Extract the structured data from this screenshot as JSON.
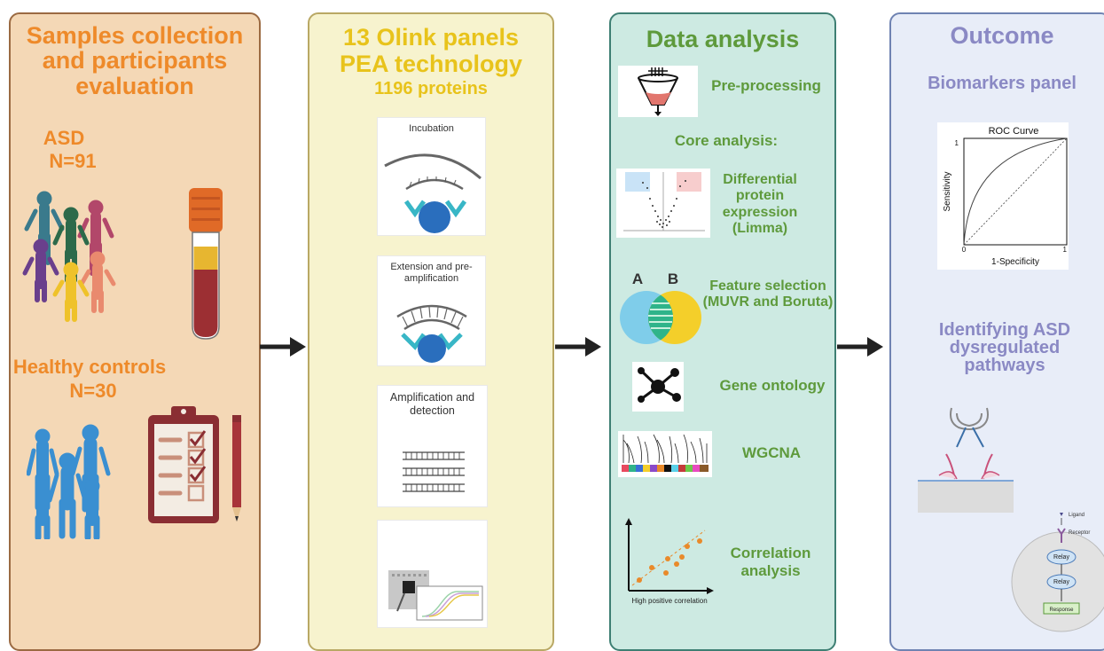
{
  "panel1": {
    "title": "Samples collection and participants evaluation",
    "asd_label": "ASD",
    "asd_n": "N=91",
    "controls_label": "Healthy controls",
    "controls_n": "N=30"
  },
  "panel2": {
    "title_line1": "13 Olink panels",
    "title_line2": "PEA technology",
    "title_line3": "1196 proteins",
    "steps": [
      {
        "label": "Incubation"
      },
      {
        "label": "Extension and pre-amplification"
      },
      {
        "label": "Amplification and detection"
      },
      {
        "label": ""
      }
    ]
  },
  "panel3": {
    "title": "Data analysis",
    "preprocessing": "Pre-processing",
    "core": "Core analysis:",
    "items": [
      {
        "label": "Differential protein expression (Limma)"
      },
      {
        "label": "Feature selection (MUVR and Boruta)"
      },
      {
        "label": "Gene ontology"
      },
      {
        "label": "WGCNA"
      },
      {
        "label": "Correlation analysis"
      }
    ],
    "venn_a": "A",
    "venn_b": "B",
    "scatter_caption": "High positive correlation"
  },
  "panel4": {
    "title": "Outcome",
    "biomarkers": "Biomarkers panel",
    "roc_title": "ROC Curve",
    "roc_xlabel": "1-Specificity",
    "roc_ylabel": "Sensitivity",
    "roc_tick_0": "0",
    "roc_tick_1x": "1",
    "roc_tick_1y": "1",
    "pathways": "Identifying ASD dysregulated pathways",
    "ligand": "Ligand",
    "receptor": "Receptor",
    "relay1": "Relay",
    "relay2": "Relay",
    "response": "Response"
  },
  "colors": {
    "panel1_bg": "#f4d8b6",
    "panel2_bg": "#f7f3ce",
    "panel3_bg": "#cdeae2",
    "panel4_bg": "#e8edf8",
    "orange_text": "#ee8a2a",
    "yellow_text": "#e8c31b",
    "green_text": "#5e9a3c",
    "purple_text": "#8a89c4"
  }
}
